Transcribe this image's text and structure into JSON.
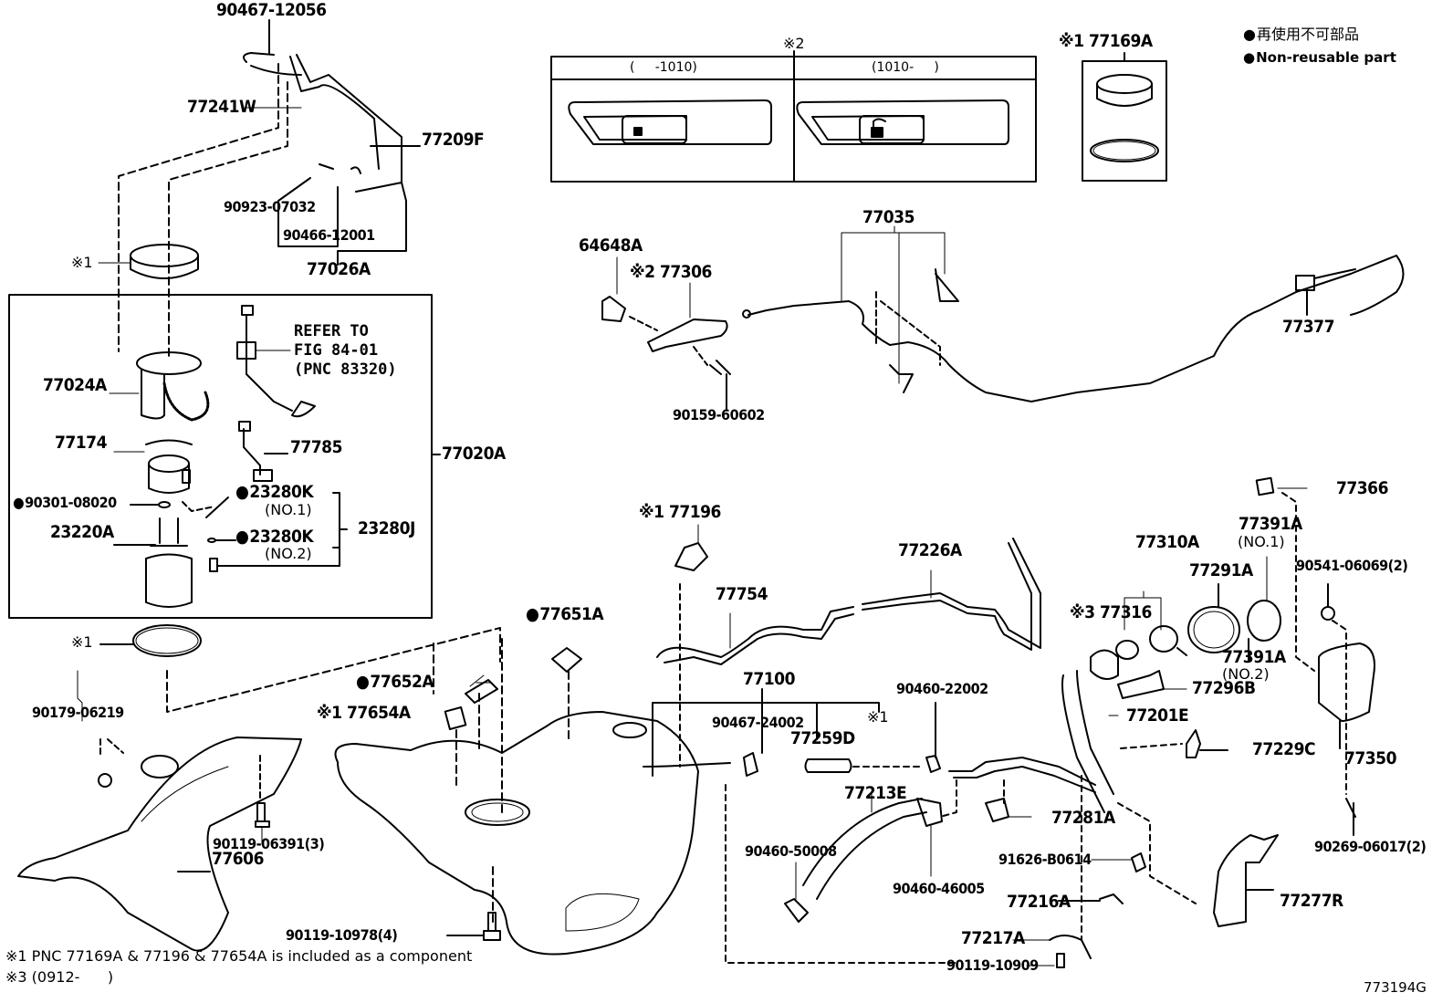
{
  "diagram": {
    "figure_id": "773194G",
    "legend": {
      "non_reusable_jp": "再使用不可部品",
      "non_reusable_en": "Non-reusable part"
    },
    "notes": {
      "note1": "※1 PNC 77169A & 77196 & 77654A is included as a component",
      "note3": "※3 (0912-      )"
    },
    "variant_box": {
      "title": "※2",
      "left_header": "(     -1010)",
      "right_header": "(1010-     )"
    },
    "kit_box": {
      "title": "※1 77169A"
    },
    "refer_to": "REFER TO\nFIG 84-01\n(PNC 83320)",
    "parts": [
      {
        "id": "p1",
        "label": "90467-12056"
      },
      {
        "id": "p2",
        "label": "77241W"
      },
      {
        "id": "p3",
        "label": "77209F"
      },
      {
        "id": "p4",
        "label": "90923-07032"
      },
      {
        "id": "p5",
        "label": "90466-12001"
      },
      {
        "id": "p6",
        "label": "77026A"
      },
      {
        "id": "p7",
        "label": "※1"
      },
      {
        "id": "p8",
        "label": "77024A"
      },
      {
        "id": "p9",
        "label": "77174"
      },
      {
        "id": "p10",
        "label": "77785"
      },
      {
        "id": "p11",
        "label": "77020A"
      },
      {
        "id": "p12",
        "label": "90301-08020",
        "non_reusable": true
      },
      {
        "id": "p13",
        "label": "23280K",
        "sub": "(NO.1)",
        "non_reusable": true
      },
      {
        "id": "p14",
        "label": "23220A"
      },
      {
        "id": "p15",
        "label": "23280K",
        "sub": "(NO.2)",
        "non_reusable": true
      },
      {
        "id": "p16",
        "label": "23280J"
      },
      {
        "id": "p17",
        "label": "※1"
      },
      {
        "id": "p18",
        "label": "90179-06219"
      },
      {
        "id": "p19",
        "label": "90119-06391(3)"
      },
      {
        "id": "p20",
        "label": "77606"
      },
      {
        "id": "p21",
        "label": "90119-10978(4)"
      },
      {
        "id": "p22",
        "label": "77651A",
        "non_reusable": true
      },
      {
        "id": "p23",
        "label": "77652A",
        "non_reusable": true
      },
      {
        "id": "p24",
        "label": "※1 77654A"
      },
      {
        "id": "p25",
        "label": "64648A"
      },
      {
        "id": "p26",
        "label": "※2 77306"
      },
      {
        "id": "p27",
        "label": "90159-60602"
      },
      {
        "id": "p28",
        "label": "77035"
      },
      {
        "id": "p29",
        "label": "77377"
      },
      {
        "id": "p30",
        "label": "※1 77196"
      },
      {
        "id": "p31",
        "label": "77754"
      },
      {
        "id": "p32",
        "label": "77226A"
      },
      {
        "id": "p33",
        "label": "77100"
      },
      {
        "id": "p34",
        "label": "90467-24002"
      },
      {
        "id": "p35",
        "label": "77259D"
      },
      {
        "id": "p36",
        "label": "※1"
      },
      {
        "id": "p37",
        "label": "90460-22002"
      },
      {
        "id": "p38",
        "label": "77213E"
      },
      {
        "id": "p39",
        "label": "90460-50008"
      },
      {
        "id": "p40",
        "label": "90460-46005"
      },
      {
        "id": "p41",
        "label": "77310A"
      },
      {
        "id": "p42",
        "label": "※3 77316"
      },
      {
        "id": "p43",
        "label": "77291A"
      },
      {
        "id": "p44",
        "label": "77391A",
        "sub": "(NO.1)"
      },
      {
        "id": "p45",
        "label": "77391A",
        "sub": "(NO.2)"
      },
      {
        "id": "p46",
        "label": "77296B"
      },
      {
        "id": "p47",
        "label": "77201E"
      },
      {
        "id": "p48",
        "label": "77229C"
      },
      {
        "id": "p49",
        "label": "77366"
      },
      {
        "id": "p50",
        "label": "90541-06069(2)"
      },
      {
        "id": "p51",
        "label": "77350"
      },
      {
        "id": "p52",
        "label": "90269-06017(2)"
      },
      {
        "id": "p53",
        "label": "77281A"
      },
      {
        "id": "p54",
        "label": "91626-B0614"
      },
      {
        "id": "p55",
        "label": "77216A"
      },
      {
        "id": "p56",
        "label": "77217A"
      },
      {
        "id": "p57",
        "label": "90119-10909"
      },
      {
        "id": "p58",
        "label": "77277R"
      }
    ]
  }
}
